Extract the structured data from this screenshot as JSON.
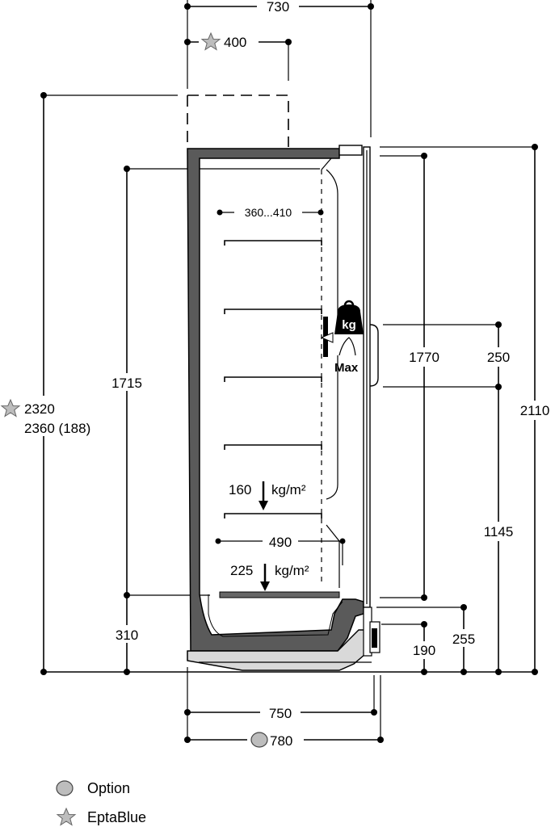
{
  "dimensions": {
    "top_width": "730",
    "eptablue_top": "400",
    "shelf_depth": "360...410",
    "total_height_eptablue": "2320",
    "total_height": "2360 (188)",
    "inner_height": "1715",
    "base_height": "310",
    "door_height": "1770",
    "handle_height": "250",
    "outer_height": "2110",
    "handle_position": "1145",
    "kick_height": "190",
    "plinth_height": "255",
    "bottom_depth": "490",
    "base_width": "750",
    "option_width": "780"
  },
  "loads": {
    "shelf_load_value": "160",
    "shelf_load_unit": "kg/m²",
    "base_load_value": "225",
    "base_load_unit": "kg/m²",
    "weight_label": "kg",
    "max_label": "Max"
  },
  "legend": {
    "option": "Option",
    "eptablue": "EptaBlue"
  },
  "colors": {
    "line": "#000000",
    "fill_dark": "#5a5a5a",
    "fill_light": "#d9d9d9",
    "marker_gray": "#bdbdbd"
  },
  "icons": {
    "option": "gray-circle-icon",
    "eptablue": "star-icon",
    "weight": "kg-weight-icon",
    "arrow": "down-arrow-icon"
  }
}
